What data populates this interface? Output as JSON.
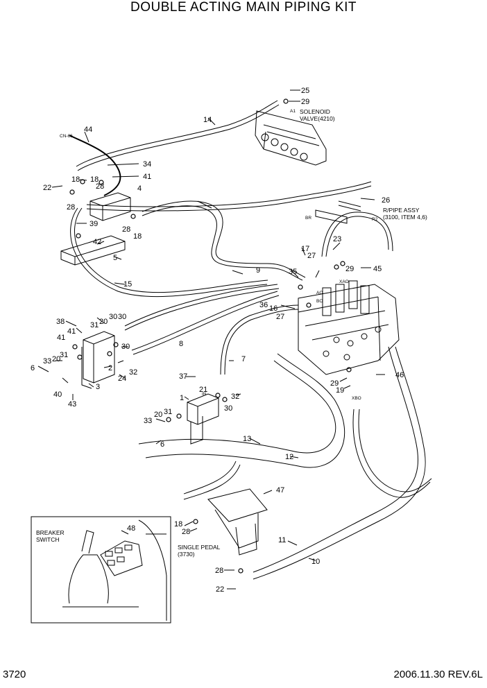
{
  "title": "DOUBLE ACTING MAIN PIPING KIT",
  "page_number": "3720",
  "revision": "2006.11.30  REV.6L",
  "notes": {
    "solenoid_1": "SOLENOID",
    "solenoid_2": "VALVE(4210)",
    "rpipe_1": "R/PIPE ASSY",
    "rpipe_2": "(3100, ITEM 4,6)",
    "pedal_1": "SINGLE PEDAL",
    "pedal_2": "(3730)",
    "breaker_1": "BREAKER",
    "breaker_2": "SWITCH",
    "cn66": "CN-66",
    "a1": "A1",
    "br": "BR",
    "r2": "R2",
    "xao": "XAO",
    "xbo": "XBO",
    "ao": "AO",
    "bo": "BO",
    "in": "IN"
  },
  "part_labels": [
    "25",
    "29",
    "14",
    "44",
    "34",
    "41",
    "22",
    "18",
    "28",
    "4",
    "26",
    "23",
    "17",
    "35",
    "27",
    "45",
    "39",
    "37",
    "42",
    "5",
    "9",
    "15",
    "36",
    "16",
    "38",
    "20",
    "30",
    "31",
    "8",
    "33",
    "6",
    "40",
    "43",
    "3",
    "2",
    "24",
    "32",
    "7",
    "46",
    "19",
    "21",
    "1",
    "13",
    "12",
    "47",
    "48",
    "11",
    "10"
  ]
}
